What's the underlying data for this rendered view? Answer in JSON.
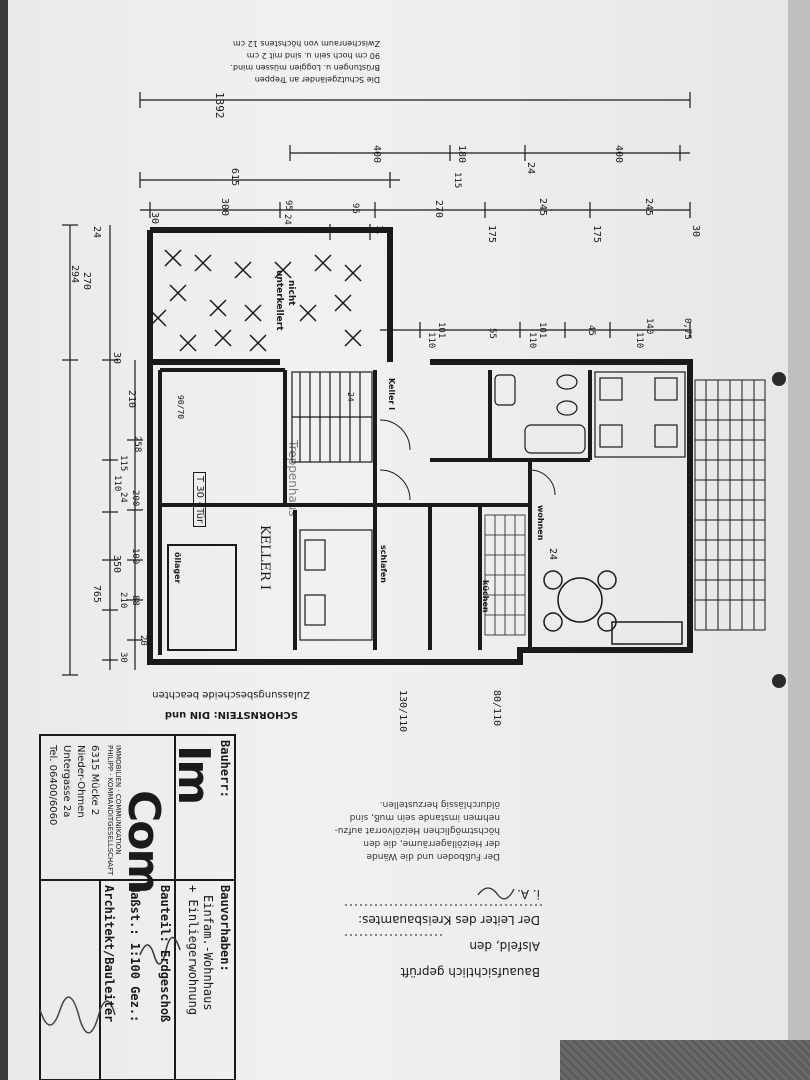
{
  "top_notes": {
    "line1": "Die Schutzgeländer an Treppen",
    "line2": "Brüstungen u. Loggien müssen mind.",
    "line3": "90 cm hoch sein u. sind mit 2 cm",
    "line4": "Zwischenraum von höchstens 12 cm"
  },
  "dimensions_right": {
    "top_total": "1392",
    "d400": "400",
    "d400b": "400",
    "d180": "180",
    "d24": "24",
    "d615": "615",
    "d115": "115",
    "d245": "245",
    "d245b": "245",
    "d175": "175",
    "d175b": "175",
    "d30": "30",
    "d300": "300",
    "d270": "270",
    "d95": "95",
    "d95b": "95",
    "d24b": "24",
    "d30b": "30",
    "d11": "11",
    "d101": "101",
    "d110": "110",
    "d55": "55",
    "d101b": "101",
    "d110b": "110",
    "d45": "45",
    "d140": "140",
    "d110c": "110",
    "d075": "0,75"
  },
  "dimensions_left": {
    "d24": "24",
    "d270": "270",
    "d294": "294",
    "d30": "30",
    "d210": "210",
    "d258": "258",
    "d115": "115",
    "d110": "110",
    "d200": "200",
    "d100": "100",
    "d350": "350",
    "d88": "88",
    "d210b": "210",
    "d20": "20",
    "d30b": "30",
    "d765": "765"
  },
  "rooms": {
    "nicht_unterkellert_1": "nicht",
    "nicht_unterkellert_2": "unterkellert",
    "keller_i_small": "Keller I",
    "keller_i": "KELLER I",
    "schlafen": "schlafen",
    "kuechen": "küchen",
    "wohnen": "wohnen",
    "oel_lager": "öllager",
    "t30_tuer": "T 30 - Tür",
    "treppe_label": "Treppenhaus",
    "v90_70": "90/70",
    "stair_24": "24",
    "w24": "24"
  },
  "bottom_dims": {
    "d130_110": "130/110",
    "d80_110": "80/110"
  },
  "notes_bottom": {
    "schornstein": "SCHORNSTEIN: DIN und",
    "zulassung": "Zulassungsbescheide beachten",
    "fussboden1": "Der Fußboden und die Wände",
    "fussboden2": "der Heizöllagerräume, die den",
    "fussboden3": "höchstmöglichen Heizölvorrat aufzu-",
    "fussboden4": "nehmen imstande sein muß, sind",
    "fussboden5": "öldurchlässig herzustellen."
  },
  "approval": {
    "geprueft": "Bauaufsichtlich geprüft",
    "ort": "Alsfeld, den",
    "leiter": "Der Leiter des Kreisbauamtes:",
    "ia": "i. A."
  },
  "title_block": {
    "bauherr_label": "Bauherr:",
    "logo_top": "Im",
    "logo_bottom": "Com",
    "company_line1": "IMMOBILIEN · COMMUNIKATION",
    "company_line2": "PHILIPP · KOMMANDITGESELLSCHAFT",
    "addr1": "6315 Mücke 2",
    "addr2": "Nieder-Ohmen",
    "addr3": "Untergasse 2a",
    "tel": "Tel. 06400/6060",
    "bauvorhaben_label": "Bauvorhaben:",
    "bauvorhaben1": "Einfam.-Wohnhaus",
    "bauvorhaben2": "+ Einliegerwohnung",
    "bauteil": "Bauteil: Erdgeschoß",
    "massstab": "Maßst.: 1:100 Gez.:",
    "architekt": "Architekt/Bauleiter"
  },
  "colors": {
    "paper": "#eceded",
    "ink": "#1a1a1a",
    "background": "#3a3a3a"
  }
}
